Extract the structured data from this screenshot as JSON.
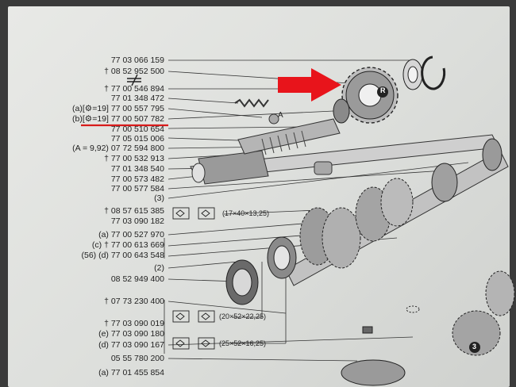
{
  "part_numbers": [
    "77 03 066 159",
    "† 08 52 952 500",
    "† 77 00 546 894",
    "77 01 348 472",
    "(a)[⚙=19] 77 00 557 795",
    "(b)[⚙=19] 77 00 507 782",
    "77 00 510 654",
    "77 05 015 006",
    "(A = 9,92) 07 72 594 800",
    "† 77 00 532 913",
    "77 01 348 540",
    "77 00 573 482",
    "77 00 577 584",
    "(3)",
    "† 08 57 615 385",
    "77 03 090 182",
    "(a) 77 00 527 970",
    "(c) † 77 00 613 669",
    "(56) (d) 77 00 643 548",
    "(2)",
    "08 52 949 400",
    "† 07 73 230 400",
    "† 77 03 090 019",
    "(e) 77 03 090 180",
    "(d) 77 03 090 167",
    "05 55 780 200",
    "(a) 77 01 455 854"
  ],
  "dimensions": {
    "d1": "(17×40×13,25)",
    "d2": "(20×52×22,25)",
    "d3": "(25×52×16,25)"
  },
  "callouts": {
    "reverse": "R",
    "a_mark": "A",
    "three": "3"
  },
  "colors": {
    "arrow": "#e8141b",
    "underline": "#d81b1b",
    "ink": "#222222"
  }
}
